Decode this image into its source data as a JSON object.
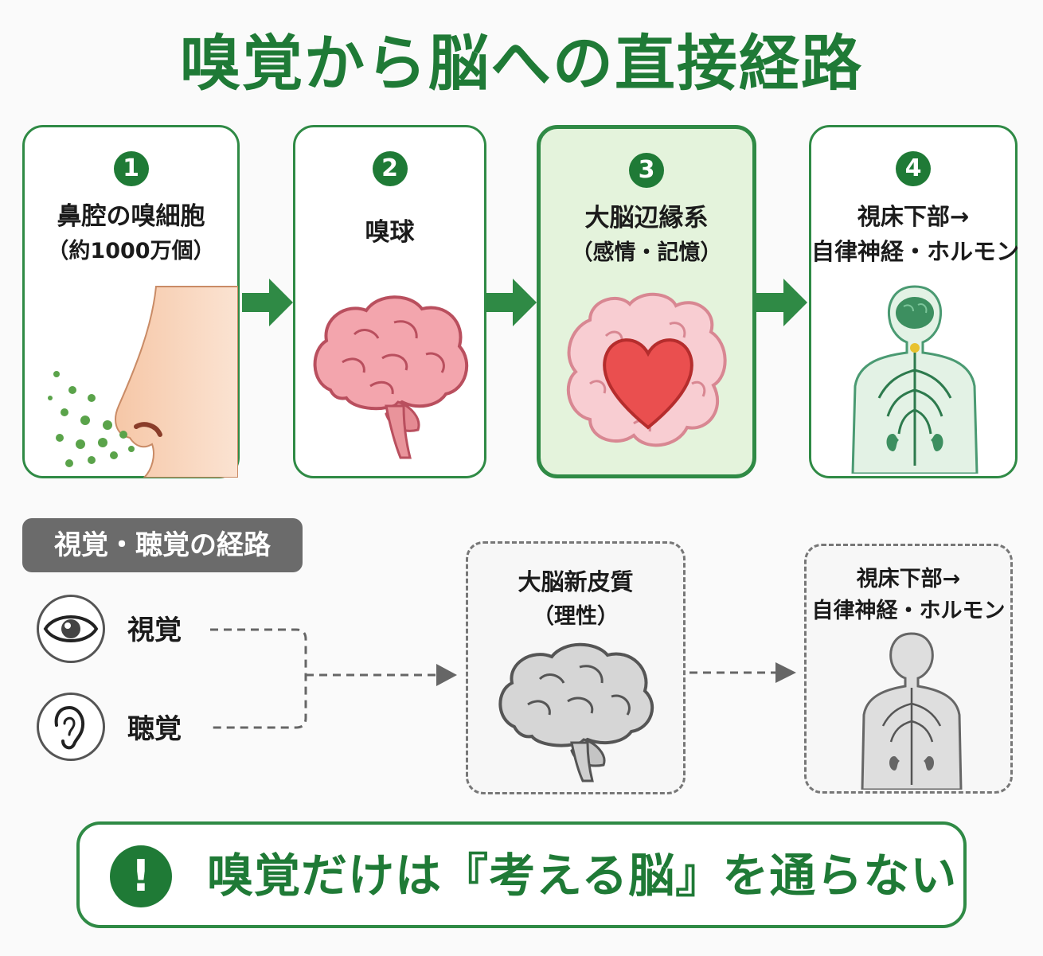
{
  "title": "嗅覚から脳への直接経路",
  "steps": [
    {
      "num": "1",
      "title": "鼻腔の嗅細胞",
      "sub": "（約1000万個）"
    },
    {
      "num": "2",
      "title": "嗅球",
      "sub": ""
    },
    {
      "num": "3",
      "title": "大脳辺縁系",
      "sub": "（感情・記憶）"
    },
    {
      "num": "4",
      "title": "視床下部→",
      "sub": "自律神経・ホルモン"
    }
  ],
  "other_path": {
    "label": "視覚・聴覚の経路",
    "senses": [
      "視覚",
      "聴覚"
    ],
    "cortex_title": "大脳新皮質",
    "cortex_sub": "（理性）",
    "hypo_title": "視床下部→",
    "hypo_sub": "自律神経・ホルモン"
  },
  "bottom": {
    "icon": "!",
    "text": "嗅覚だけは『考える脳』を通らない"
  },
  "colors": {
    "green": "#1f7a36",
    "light_green": "#e4f3dc",
    "grey": "#6b6b6b"
  }
}
